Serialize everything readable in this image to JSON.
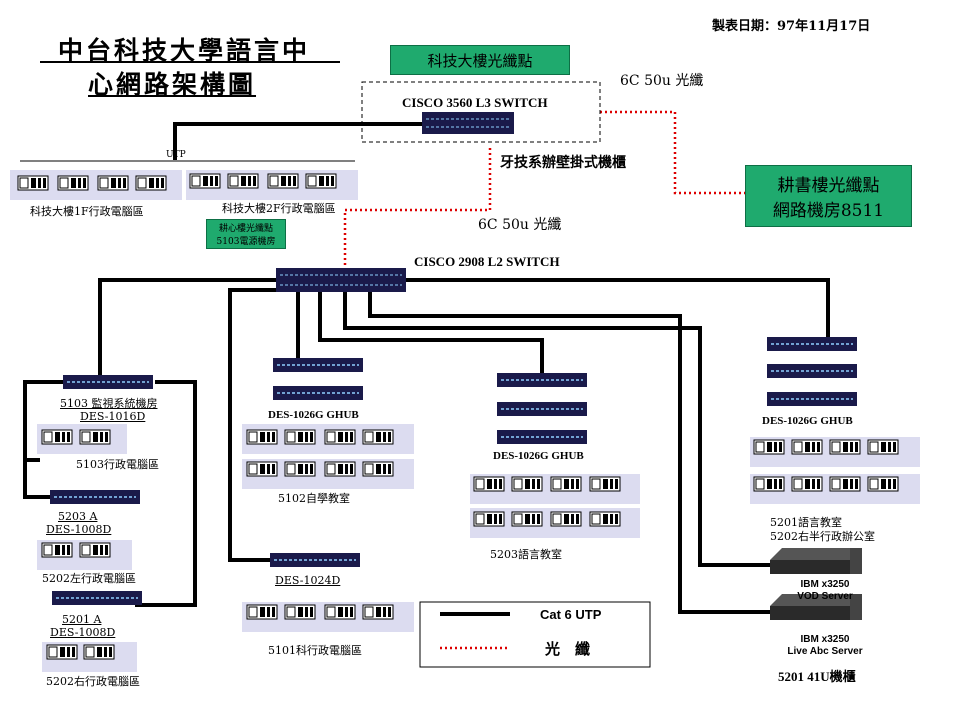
{
  "title": {
    "line1": "中台科技大學語言中",
    "line2": "心網路架構圖"
  },
  "date": "製表日期：97年11月17日",
  "boxes": {
    "keji_fiber": "科技大樓光纖點",
    "gengshu_line1": "耕書樓光纖點",
    "gengshu_line2": "網路機房8511",
    "jinxin_line1": "耕心樓光纖點",
    "jinxin_line2": "5103電源機房"
  },
  "devices": {
    "l3_switch": "CISCO 3560 L3 SWITCH",
    "l2_switch": "CISCO 2908 L2 SWITCH",
    "wall_rack": "牙技系辦壁掛式機櫃",
    "fiber_top": "6C 50u 光纖",
    "fiber_mid": "6C 50u 光纖",
    "utp": "UTP",
    "hub_5102": "DES-1026G GHUB",
    "hub_5203": "DES-1026G GHUB",
    "hub_5201": "DES-1026G GHUB",
    "des_1024d": "DES-1024D",
    "room_5103": "5103 監視系統機房",
    "des_1016d": "DES-1016D",
    "room_5203a": "5203 A",
    "des_1008d_a": "DES-1008D",
    "room_5201a": "5201 A",
    "des_1008d_b": "DES-1008D"
  },
  "areas": {
    "keji_1f": "科技大樓1F行政電腦區",
    "keji_2f": "科技大樓2F行政電腦區",
    "admin_5103": "5103行政電腦區",
    "self_5102": "5102自學教室",
    "lang_5203": "5203語言教室",
    "lang_5201": "5201語言教室",
    "office_5202r": "5202右半行政辦公室",
    "admin_5202l": "5202左行政電腦區",
    "admin_5101": "5101科行政電腦區",
    "admin_5202r": "5202右行政電腦區"
  },
  "servers": {
    "vod_model": "IBM x3250",
    "vod_role": "VOD Server",
    "live_model": "IBM x3250",
    "live_role": "Live Abc Server",
    "rack": "5201 41U機櫃"
  },
  "legend": {
    "cat6": "Cat 6 UTP",
    "fiber": "光　纖"
  },
  "colors": {
    "green": "#1faa6e",
    "fiber": "#dd0000",
    "pc_panel": "#dcdcf0",
    "switch": "#1a1a4a"
  }
}
